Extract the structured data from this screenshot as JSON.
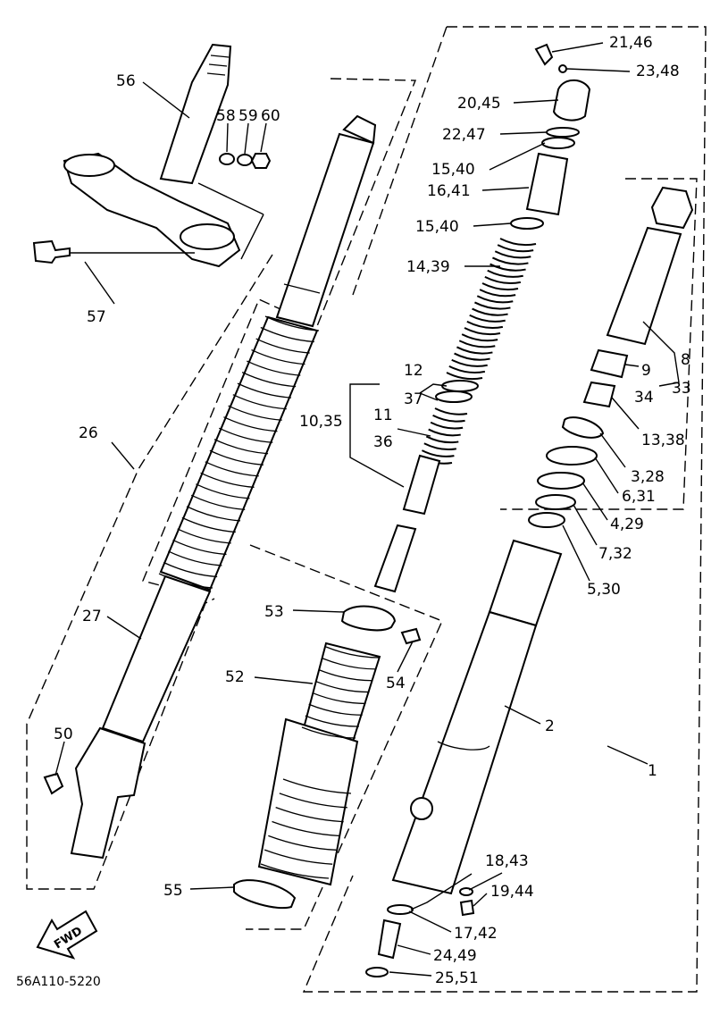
{
  "diagram_code": "56A110-5220",
  "fwd_label": "FWD",
  "callouts": [
    {
      "id": "c56",
      "text": "56"
    },
    {
      "id": "c58",
      "text": "58"
    },
    {
      "id": "c59",
      "text": "59"
    },
    {
      "id": "c60",
      "text": "60"
    },
    {
      "id": "c57",
      "text": "57"
    },
    {
      "id": "c26",
      "text": "26"
    },
    {
      "id": "c27",
      "text": "27"
    },
    {
      "id": "c50",
      "text": "50"
    },
    {
      "id": "c53",
      "text": "53"
    },
    {
      "id": "c54",
      "text": "54"
    },
    {
      "id": "c52",
      "text": "52"
    },
    {
      "id": "c55",
      "text": "55"
    },
    {
      "id": "c21",
      "text": "21,46"
    },
    {
      "id": "c23",
      "text": "23,48"
    },
    {
      "id": "c20",
      "text": "20,45"
    },
    {
      "id": "c22",
      "text": "22,47"
    },
    {
      "id": "c15a",
      "text": "15,40"
    },
    {
      "id": "c16",
      "text": "16,41"
    },
    {
      "id": "c15b",
      "text": "15,40"
    },
    {
      "id": "c14",
      "text": "14,39"
    },
    {
      "id": "c12a",
      "text": "12"
    },
    {
      "id": "c12b",
      "text": "37"
    },
    {
      "id": "c10",
      "text": "10,35"
    },
    {
      "id": "c11a",
      "text": "11"
    },
    {
      "id": "c11b",
      "text": "36"
    },
    {
      "id": "c8a",
      "text": "8"
    },
    {
      "id": "c8b",
      "text": "33"
    },
    {
      "id": "c9a",
      "text": "9"
    },
    {
      "id": "c9b",
      "text": "34"
    },
    {
      "id": "c13",
      "text": "13,38"
    },
    {
      "id": "c3",
      "text": "3,28"
    },
    {
      "id": "c6",
      "text": "6,31"
    },
    {
      "id": "c4",
      "text": "4,29"
    },
    {
      "id": "c7",
      "text": "7,32"
    },
    {
      "id": "c5",
      "text": "5,30"
    },
    {
      "id": "c2",
      "text": "2"
    },
    {
      "id": "c1",
      "text": "1"
    },
    {
      "id": "c18",
      "text": "18,43"
    },
    {
      "id": "c19",
      "text": "19,44"
    },
    {
      "id": "c17",
      "text": "17,42"
    },
    {
      "id": "c24",
      "text": "24,49"
    },
    {
      "id": "c25",
      "text": "25,51"
    }
  ]
}
